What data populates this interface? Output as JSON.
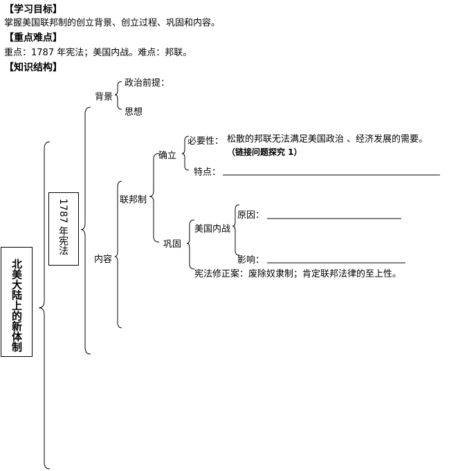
{
  "header": {
    "objective_title": "【学习目标】",
    "objective_text": "掌握美国联邦制的创立背景、创立过程、巩固和内容。",
    "keypoint_title": "【重点难点】",
    "keypoint_text": "重点：1787 年宪法；美国内战。难点：邦联。",
    "structure_title": "【知识结构】"
  },
  "diagram": {
    "main_title": "北美大陆上的新体制",
    "constitution": "1787 年宪法",
    "background": "背景",
    "political_premise": "政治前提：",
    "thought": "思想",
    "content": "内容",
    "federal": "联邦制",
    "establish": "确立",
    "necessity": "必要性：",
    "necessity_text": "松散的邦联无法满足美国政治 、经济发展的需要。",
    "link_note": "（链接问题探究 1）",
    "feature": "特点：",
    "consolidate": "巩固",
    "civil_war": "美国内战",
    "cause": "原因：",
    "impact": "影响：",
    "amendment": "宪法修正案：废除奴隶制；肯定联邦法律的至上性。"
  }
}
